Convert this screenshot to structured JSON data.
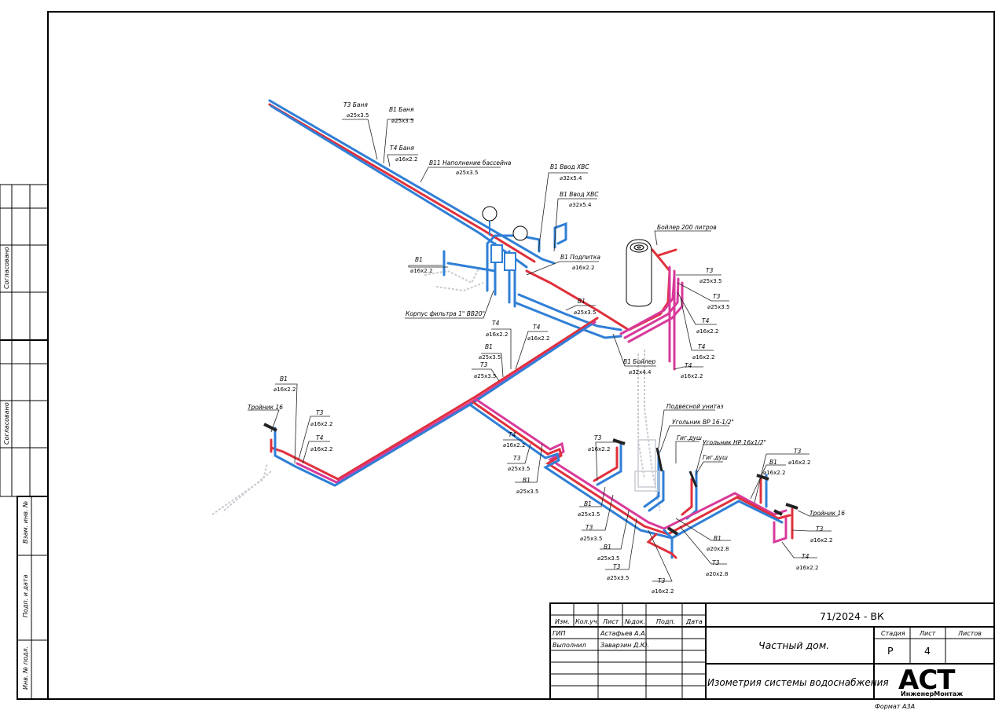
{
  "side_stamp": {
    "agreed_1": "Согласовано",
    "agreed_2": "Согласовано",
    "inv_replace": "Взам. инв. №",
    "sign_date": "Подп. и дата",
    "inv_orig": "Инв. № подл."
  },
  "labels": {
    "t3_banya": "Т3  Баня",
    "t3_banya_d": "⌀25х3.5",
    "v1_banya": "В1  Баня",
    "v1_banya_d": "⌀25х3.5",
    "t4_banya": "Т4  Баня",
    "t4_banya_d": "⌀16х2.2",
    "v11": "В11  Наполнение бассейна",
    "v11_d": "⌀25х3.5",
    "v1_hvs1": "В1  Ввод ХВС",
    "v1_hvs1_d": "⌀32х5.4",
    "v1_hvs2": "В1  Ввод ХВС",
    "v1_hvs2_d": "⌀32х5.4",
    "boiler200": "Бойлер 200 литров",
    "v1_left": "В1",
    "v1_left_d": "⌀16х2.2",
    "v1_podpitka": "В1  Подпитка",
    "v1_podpitka_d": "⌀16х2.2",
    "t3_b1": "Т3",
    "t3_b1_d": "⌀25х3.5",
    "t3_b2": "Т3",
    "t3_b2_d": "⌀25х3.5",
    "filter": "Корпус фильтра 1\" ВВ20\"",
    "v1_c": "В1",
    "v1_c_d": "⌀25х3.5",
    "t4_b1": "Т4",
    "t4_b1_d": "⌀16х2.2",
    "t4_b2": "Т4",
    "t4_b2_d": "⌀16х2.2",
    "t4_b3": "Т4",
    "t4_b3_d": "⌀16х2.2",
    "t4_m1": "Т4",
    "t4_m1_d": "⌀16х2.2",
    "t4_m2": "Т4",
    "t4_m2_d": "⌀16х2.2",
    "v1_m": "В1",
    "v1_m_d": "⌀25х3.5",
    "t3_m": "Т3",
    "t3_m_d": "⌀25х3.5",
    "v1_boiler": "В1  Бойлер",
    "v1_boiler_d": "⌀32х4.4",
    "v1_w": "В1",
    "v1_w_d": "⌀16х2.2",
    "tee_left": "Тройник 16",
    "t3_w": "Т3",
    "t3_w_d": "⌀16х2.2",
    "t4_w": "Т4",
    "t4_w_d": "⌀16х2.2",
    "wc": "Подвесной унитаз",
    "ugol1": "Угольник ВР 16-1/2\"",
    "gig1": "Гиг.душ",
    "ugol2": "Угольник НР 16х1/2\"",
    "gig2": "Гиг.душ",
    "t4_s": "Т4",
    "t4_s_d": "⌀16х2.2",
    "t3_s": "Т3",
    "t3_s_d": "⌀25х3.5",
    "v1_s": "В1",
    "v1_s_d": "⌀25х3.5",
    "t3_sb": "Т3",
    "t3_sb_d": "⌀16х2.2",
    "v1_r1": "В1",
    "v1_r1_d": "⌀25х3.5",
    "t3_r1": "Т3",
    "t3_r1_d": "⌀25х3.5",
    "v1_r2": "В1",
    "v1_r2_d": "⌀25х3.5",
    "t3_r2": "Т3",
    "t3_r2_d": "⌀25х3.5",
    "t3_r3": "Т3",
    "t3_r3_d": "⌀16х2.2",
    "v1_g": "В1",
    "v1_g_d": "⌀20х2.8",
    "t3_g": "Т3",
    "t3_g_d": "⌀20х2.8",
    "t3_e": "Т3",
    "t3_e_d": "⌀16х2.2",
    "v1_e": "В1",
    "v1_e_d": "⌀16х2.2",
    "tee_right": "Тройник 16",
    "t3_e2": "Т3",
    "t3_e2_d": "⌀16х2.2",
    "t4_e": "Т4",
    "t4_e_d": "⌀16х2.2"
  },
  "title_block": {
    "code": "71/2024 - ВК",
    "headers": [
      "Изм.",
      "Кол.уч.",
      "Лист",
      "№док.",
      "Подп.",
      "Дата"
    ],
    "gip_role": "ГИП",
    "gip_name": "Астафьев А.А.",
    "exec_role": "Выполнил",
    "exec_name": "Заварзин Д.Ю.",
    "object": "Частный дом.",
    "sheet_title": "Изометрия системы водоснабжения",
    "stage_h": "Стадия",
    "sheet_h": "Лист",
    "sheets_h": "Листов",
    "stage": "Р",
    "sheet": "4",
    "sheets": "",
    "logo": "АСТ",
    "logo_sub": "ИнженерМонтаж",
    "format": "Формат А3А"
  },
  "colors": {
    "cold": "#2f7fd6",
    "hot": "#e0303b",
    "recirc": "#d83a9a"
  }
}
